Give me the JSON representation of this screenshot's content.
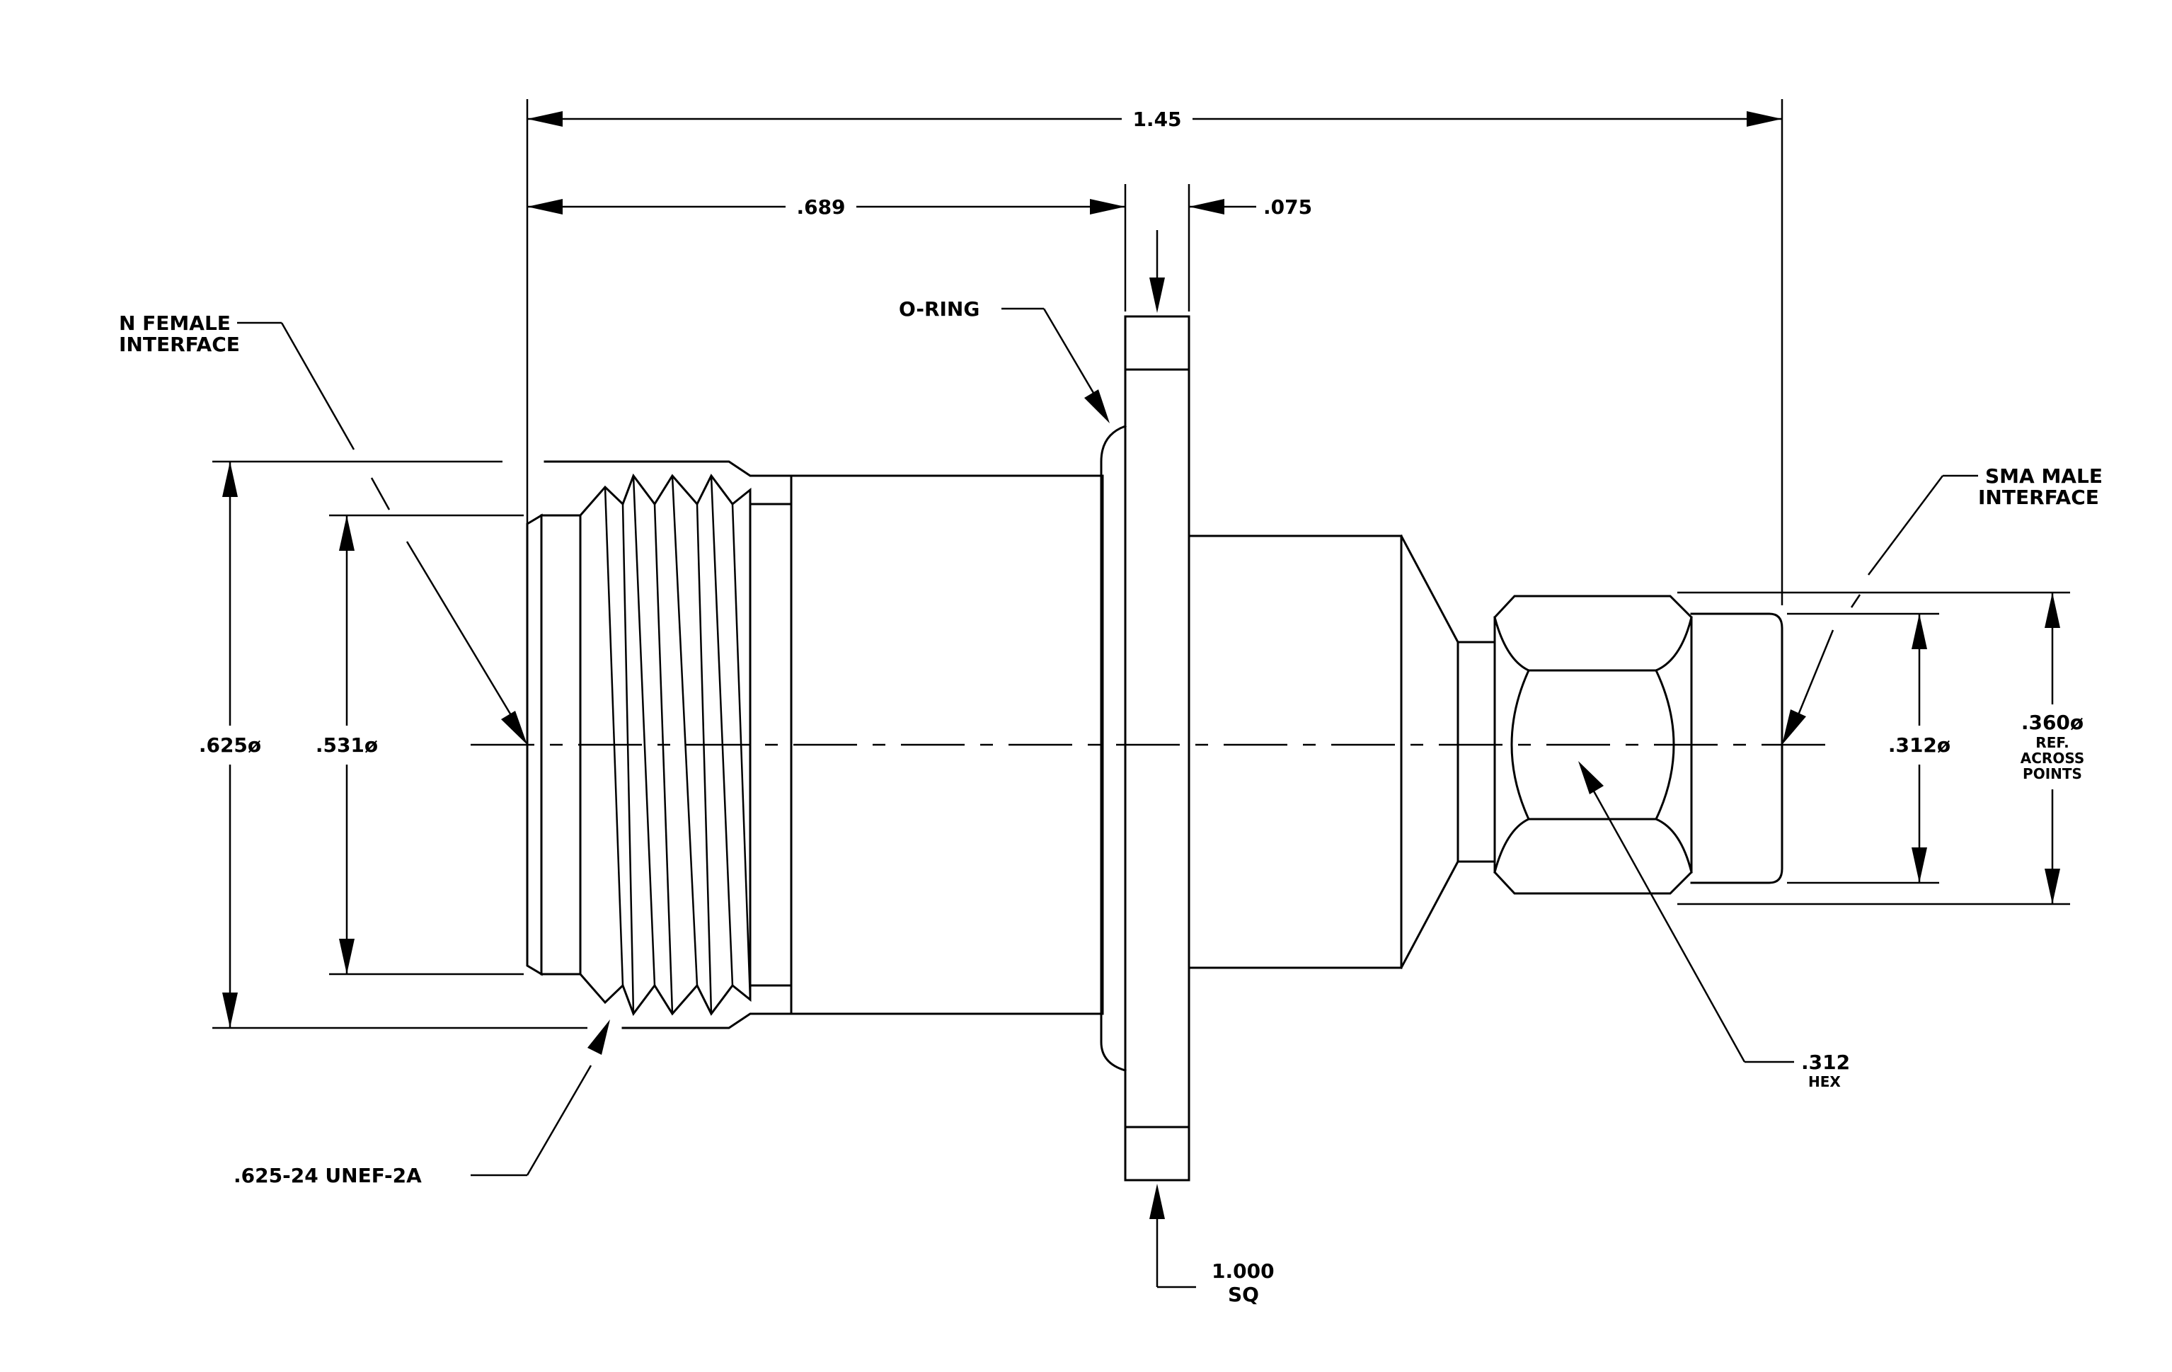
{
  "dimensions": {
    "overall_length": "1.45",
    "n_side_length": ".689",
    "flange_thickness": ".075",
    "n_outer_diameter": ".625ø",
    "n_inner_diameter": ".531ø",
    "sma_diameter": ".312ø",
    "sma_across_points": ".360ø",
    "sma_across_points_note": [
      "REF.",
      "ACROSS",
      "POINTS"
    ],
    "hex_size": ".312",
    "hex_note": "HEX",
    "flange_size": "1.000",
    "flange_note": "SQ"
  },
  "callouts": {
    "n_female": [
      "N FEMALE",
      "INTERFACE"
    ],
    "sma_male": [
      "SMA MALE",
      "INTERFACE"
    ],
    "o_ring": "O-RING",
    "thread": ".625-24 UNEF-2A"
  }
}
